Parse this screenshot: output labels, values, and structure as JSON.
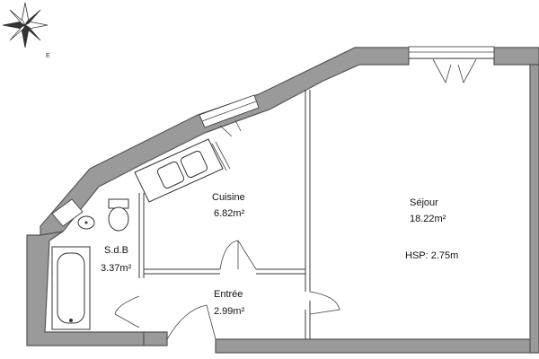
{
  "compass": {
    "e_letter": "E"
  },
  "rooms": {
    "cuisine": {
      "name": "Cuisine",
      "area": "6.82m²"
    },
    "sejour": {
      "name": "Séjour",
      "area": "18.22m²",
      "height": "HSP: 2.75m"
    },
    "sdb": {
      "name": "S.d.B",
      "area": "3.37m²"
    },
    "entree": {
      "name": "Entrée",
      "area": "2.99m²"
    }
  }
}
